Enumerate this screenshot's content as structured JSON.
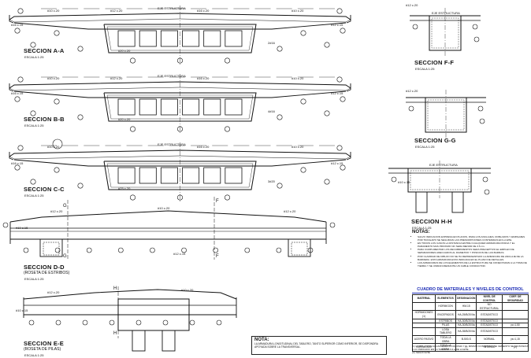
{
  "sections": [
    {
      "title": "SECCION A-A",
      "scale": "ESCALA 1:25"
    },
    {
      "title": "SECCION B-B",
      "scale": "ESCALA 1:25"
    },
    {
      "title": "SECCION C-C",
      "scale": "ESCALA 1:25"
    },
    {
      "title": "SECCION D-D",
      "subtitle": "(ROSETA DE ESTRIBOS)",
      "scale": "ESCALA 1:25"
    },
    {
      "title": "SECCION E-E",
      "subtitle": "(ROSETA DE PILAS)",
      "scale": "ESCALA 1:25"
    },
    {
      "title": "SECCION F-F",
      "scale": "ESCALA 1:25"
    },
    {
      "title": "SECCION G-G",
      "scale": "ESCALA 1:25"
    },
    {
      "title": "SECCION H-H",
      "scale": "ESCALA 1:25"
    }
  ],
  "axis_label": "EJE ESTRUCTURA",
  "rebar_labels": [
    "#10 c.20",
    "#12 c.20",
    "#16 c.20",
    "#20 c.20",
    "#25 c.20",
    "#16 c.15",
    "#12 c.15",
    "#10 c.15",
    "2#16",
    "4#16",
    "3#20",
    "#12 c.15"
  ],
  "cut_markers": [
    "G",
    "F",
    "H"
  ],
  "notes": {
    "title": "NOTAS:",
    "items": [
      "SALVO INDICACION EXPRESA EN PLANOS, PARA LOS ANCLAJES, DOBLADOS Y EMPALMES POR TRASLAPO SE SEGUIRAN LAS PRESCRIPCIONES CONTENIDAS EN LA EHE.",
      "EN TODOS LOS CASOS LA DISTANCIA ENTRE CUALQUIER ARMADURA PASIVA Y EL PARAMENTO MAS PROXIMO NO SERA MENOR DE 3.5 cm.",
      "PARA CUMPLIMENTAR LOS RECUBRIMIENTOS SERA PRECEPTIVO EL EMPLEO DE SEPARADORES ADECUADOS AL DIAMETRO Y POSICION DE LAS BARRAS.",
      "POR CLARIDAD DE DIBUJO NO SE HA REPRESENTADO LA ARMADURA DE ANCLAJE DE LA BARRERA. ESTA ARMADURA ESTA INDICADA EN EL PLANO DE DETALLES.",
      "LAS ARMADURAS DE LOS ELEMENTOS DE LA ESTRUCTURA SE CONECTARAN A LA TOMA DE TIERRA Y SE UNIRAN MEDIANTE UN CABLE CONDUCTOR."
    ]
  },
  "table": {
    "title": "CUADRO DE MATERIALES Y NIVELES DE CONTROL",
    "headers": [
      "MATERIAL",
      "ELEMENTOS",
      "DESIGNACION",
      "NIVEL DE CONTROL",
      "COEF. DE SEGURIDAD"
    ],
    "rows": [
      [
        "",
        "HORMIGON",
        "HM-15",
        "NO ESTRUCTURAL",
        ""
      ],
      [
        "HORMIGONES (1)",
        "ENCEPADOS",
        "HA-25/B/20/IIa",
        "ESTADISTICO",
        ""
      ],
      [
        "",
        "ESTRIBOS",
        "HA-30/B/20/IIa",
        "ESTADISTICO",
        ""
      ],
      [
        "",
        "PILAS",
        "HA-30/B/20/IIa",
        "ESTADISTICO",
        "γc=1,50"
      ],
      [
        "",
        "LOSA TABLERO",
        "HA-35/B/20/IIa",
        "ESTADISTICO",
        ""
      ],
      [
        "ACERO PASIVO",
        "TODA LA OBRA",
        "B-500-S",
        "NORMAL",
        "γs=1,15"
      ],
      [
        "EJECUCION",
        "TODA LA OBRA",
        "---",
        "INTENSO",
        "(2)"
      ]
    ],
    "footnotes": [
      "(1) LA RELACION AGUA/CEMENTO MAXIMA Y EL MINIMO CONTENIDO DE CEMENTO SE AJUSTARAN A LO INDICADO EN LA TABLA 37.3.2.a DE LA EHE.",
      "(2) SEGUN EHE."
    ]
  },
  "nota": {
    "title": "NOTA:",
    "text": "LA ARMADURA LONGITUDINAL DEL TABLERO, TANTO SUPERIOR COMO INFERIOR, SE DISPONDRA APOYADA SOBRE LA TRANSVERSAL."
  }
}
